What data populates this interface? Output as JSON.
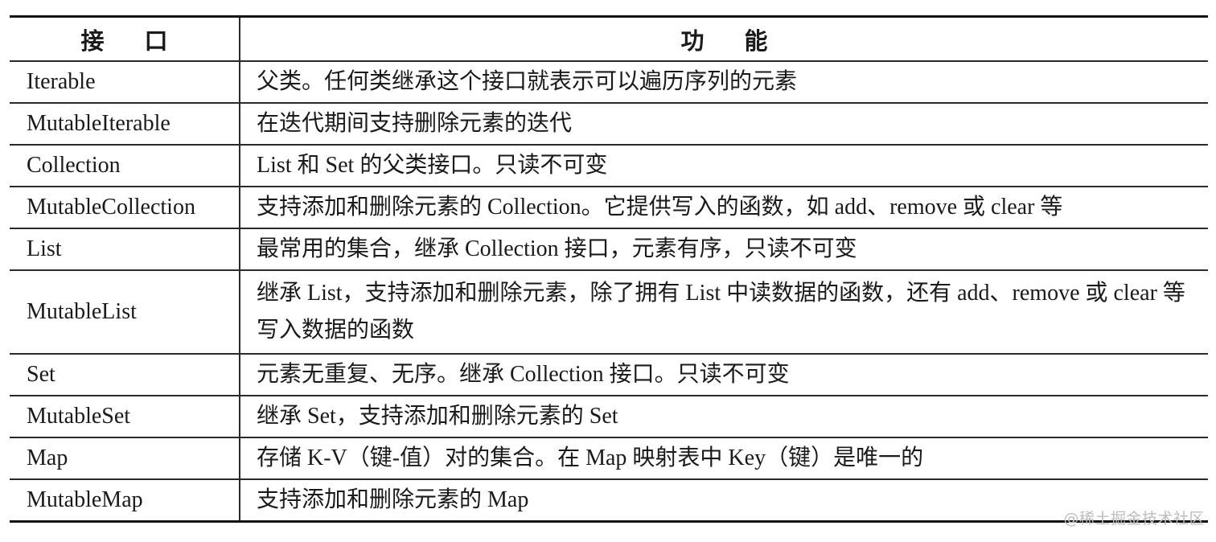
{
  "table": {
    "headers": {
      "interface": [
        "接",
        "口"
      ],
      "function": [
        "功",
        "能"
      ]
    },
    "rows": [
      {
        "interface": "Iterable",
        "function": "父类。任何类继承这个接口就表示可以遍历序列的元素"
      },
      {
        "interface": "MutableIterable",
        "function": "在迭代期间支持删除元素的迭代"
      },
      {
        "interface": "Collection",
        "function": "List 和 Set 的父类接口。只读不可变"
      },
      {
        "interface": "MutableCollection",
        "function": "支持添加和删除元素的 Collection。它提供写入的函数，如 add、remove 或 clear 等"
      },
      {
        "interface": "List",
        "function": "最常用的集合，继承 Collection 接口，元素有序，只读不可变"
      },
      {
        "interface": "MutableList",
        "function": "继承 List，支持添加和删除元素，除了拥有 List 中读数据的函数，还有 add、remove 或 clear 等写入数据的函数"
      },
      {
        "interface": "Set",
        "function": "元素无重复、无序。继承 Collection 接口。只读不可变"
      },
      {
        "interface": "MutableSet",
        "function": "继承 Set，支持添加和删除元素的 Set"
      },
      {
        "interface": "Map",
        "function": "存储 K-V（键-值）对的集合。在 Map 映射表中 Key（键）是唯一的"
      },
      {
        "interface": "MutableMap",
        "function": "支持添加和删除元素的 Map"
      }
    ]
  },
  "watermark": "@稀土掘金技术社区"
}
